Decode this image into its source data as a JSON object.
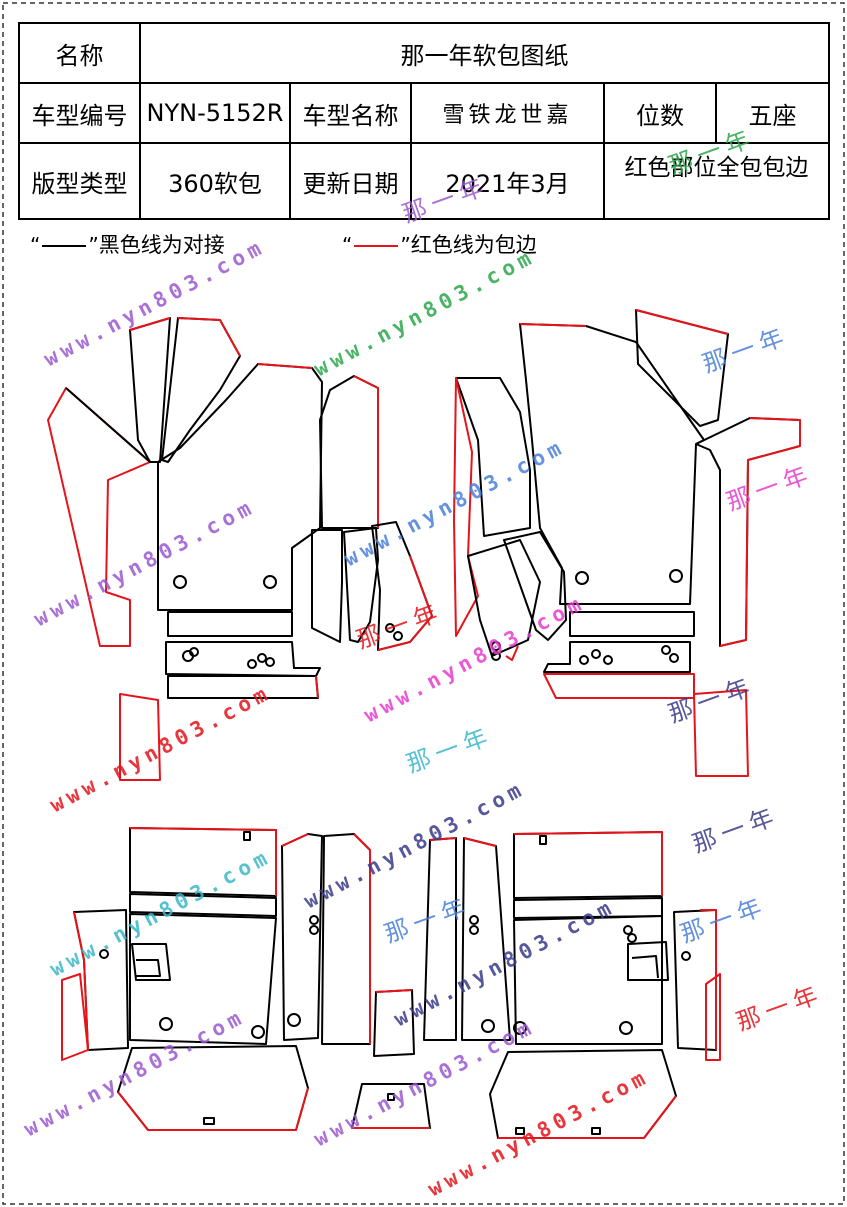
{
  "table": {
    "name_label": "名称",
    "name_value": "那一年软包图纸",
    "model_code_label": "车型编号",
    "model_code_value": "NYN-5152R",
    "model_name_label": "车型名称",
    "model_name_value": "雪铁龙世嘉",
    "seats_label": "位数",
    "seats_value": "五座",
    "type_label": "版型类型",
    "type_value": "360软包",
    "date_label": "更新日期",
    "date_value": "2021年3月",
    "red_note": "红色部位全包包边"
  },
  "legend": {
    "black_open": "“",
    "black_close": "”",
    "black_text": "黑色线为对接",
    "red_open": "“",
    "red_close": "”",
    "red_text": "红色线为包边"
  },
  "watermarks": {
    "url": "www.nyn803.com",
    "brand": "那一年",
    "colors": [
      "#9b59d0",
      "#e83bd0",
      "#2aa84a",
      "#4a7fd9",
      "#e5141b",
      "#3ab7c8",
      "#3a3a8a",
      "#d94fb0"
    ]
  },
  "colors": {
    "black_line": "#000000",
    "red_line": "#e5141b"
  }
}
